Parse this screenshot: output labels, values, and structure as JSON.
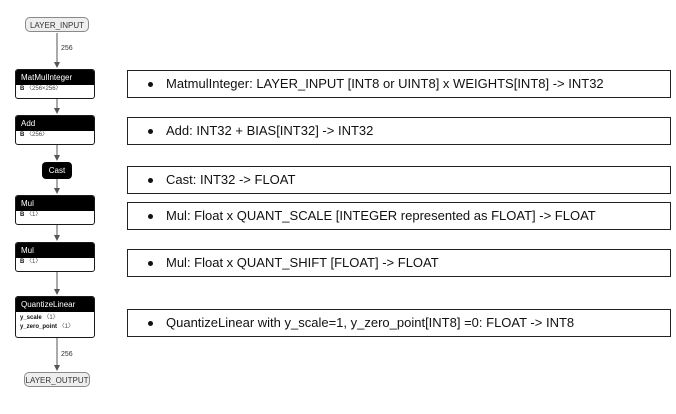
{
  "graph": {
    "input_node": "LAYER_INPUT",
    "output_node": "LAYER_OUTPUT",
    "edge_in_label": "256",
    "edge_out_label": "256",
    "matmul": {
      "title": "MatMulInteger",
      "attr_name": "B",
      "attr_value": "〈256×256〉"
    },
    "add": {
      "title": "Add",
      "attr_name": "B",
      "attr_value": "〈256〉"
    },
    "cast": {
      "title": "Cast"
    },
    "mul1": {
      "title": "Mul",
      "attr_name": "B",
      "attr_value": "〈1〉"
    },
    "mul2": {
      "title": "Mul",
      "attr_name": "B",
      "attr_value": "〈1〉"
    },
    "quant": {
      "title": "QuantizeLinear",
      "attrs": [
        {
          "name": "y_scale",
          "value": "〈1〉"
        },
        {
          "name": "y_zero_point",
          "value": "〈1〉"
        }
      ]
    }
  },
  "notes": [
    "MatmulInteger: LAYER_INPUT [INT8 or UINT8] x WEIGHTS[INT8] -> INT32",
    "Add: INT32 + BIAS[INT32] -> INT32",
    "Cast: INT32 -> FLOAT",
    "Mul: Float x QUANT_SCALE [INTEGER represented as FLOAT] -> FLOAT",
    "Mul: Float x QUANT_SHIFT [FLOAT] -> FLOAT",
    "QuantizeLinear with y_scale=1, y_zero_point[INT8] =0: FLOAT -> INT8"
  ]
}
